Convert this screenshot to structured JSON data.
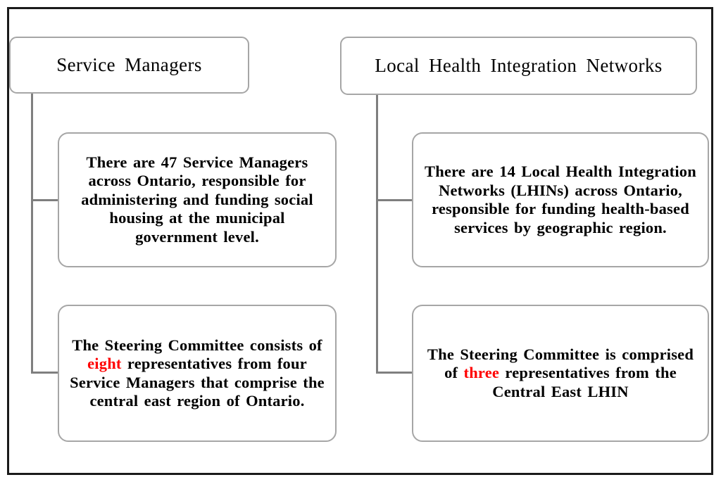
{
  "columns": {
    "service_managers": {
      "title": "Service Managers",
      "description": "There are 47 Service Managers across Ontario, responsible for administering and funding social housing at the municipal government level.",
      "steering": {
        "pre": "The Steering Committee consists of ",
        "highlight": "eight",
        "post": " representatives from four Service Managers that comprise the central east region of Ontario."
      }
    },
    "lhin": {
      "title": "Local Health Integration Networks",
      "description": "There are 14 Local Health Integration Networks (LHINs) across Ontario, responsible for funding health-based services by geographic region.",
      "steering": {
        "pre": "The Steering Committee is comprised of ",
        "highlight": "three",
        "post": " representatives from the Central East LHIN"
      }
    }
  },
  "colors": {
    "highlight_text": "#ff0000",
    "box_border": "#a6a6a6",
    "connector_line": "#7f7f7f",
    "outer_frame": "#1a1a1a",
    "background": "#ffffff"
  }
}
